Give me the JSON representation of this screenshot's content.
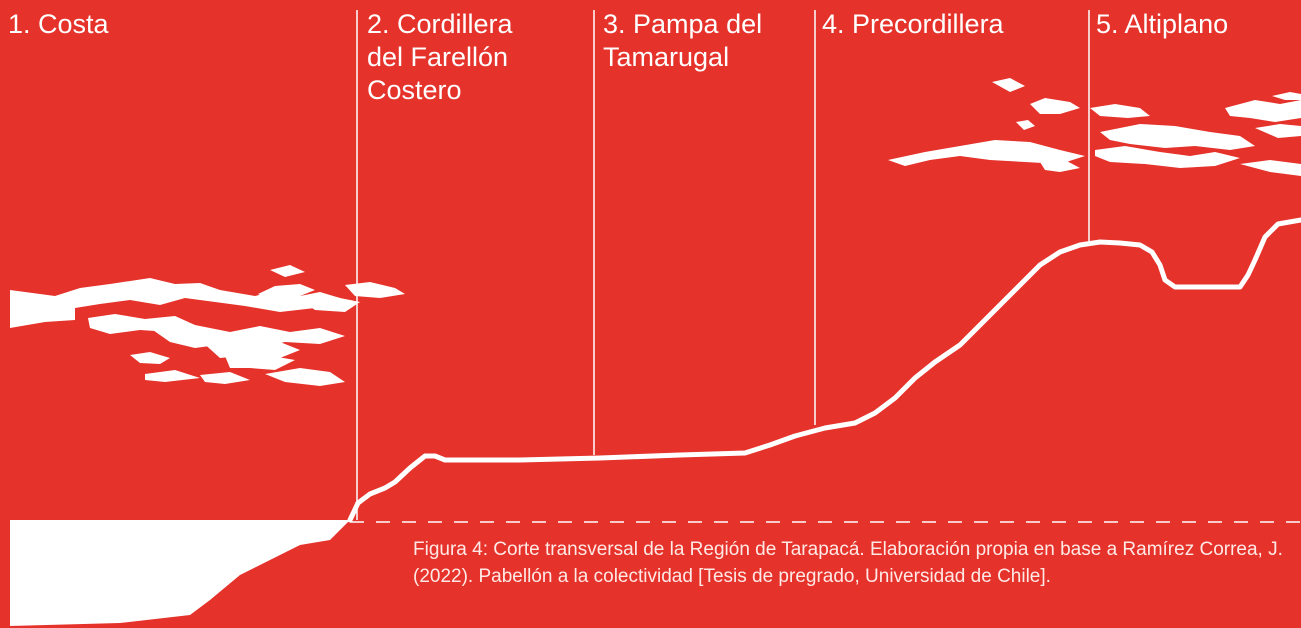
{
  "colors": {
    "background": "#e5322a",
    "foreground": "#ffffff",
    "caption": "#ffe9e6"
  },
  "zones": [
    {
      "label": "1. Costa"
    },
    {
      "label": "2. Cordillera\ndel Farellón\nCostero"
    },
    {
      "label": "3. Pampa del\nTamarugal"
    },
    {
      "label": "4. Precordillera"
    },
    {
      "label": "5. Altiplano"
    }
  ],
  "caption": "Figura 4:  Corte transversal de la Región de Tarapacá. Elaboración propia en base a Ramírez Correa, J. (2022). Pabellón a la colectividad [Tesis de pregrado, Universidad de Chile]."
}
